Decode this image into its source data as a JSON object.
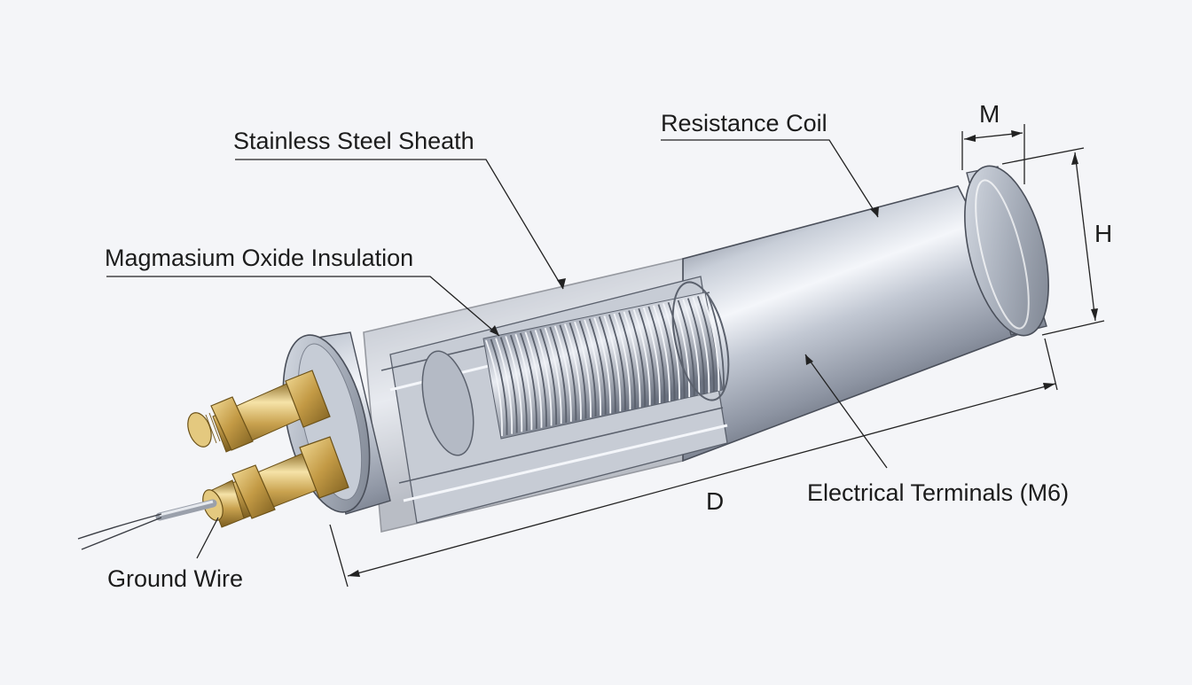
{
  "labels": {
    "stainless_steel_sheath": "Stainless Steel Sheath",
    "resistance_coil": "Resistance Coil",
    "magnesium_oxide_insulation": "Magmasium  Oxide Insulation",
    "electrical_terminals": "Electrical Terminals (M6)",
    "ground_wire": "Ground Wire"
  },
  "dimensions": {
    "m": "M",
    "h": "H",
    "d": "D"
  },
  "colors": {
    "background": "#f4f5f8",
    "steel_light": "#eef1f6",
    "steel_mid": "#b9bfca",
    "steel_dark": "#6f7684",
    "brass_light": "#f6e3a8",
    "brass_mid": "#c9a24f",
    "brass_dark": "#8a6a26",
    "line": "#222222"
  }
}
